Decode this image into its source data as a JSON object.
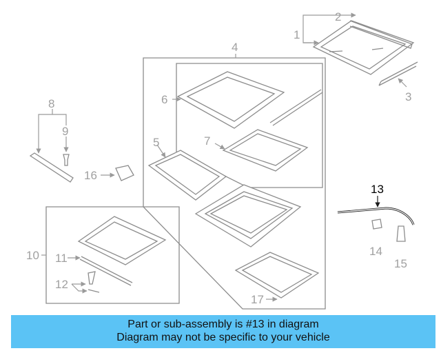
{
  "diagram": {
    "highlighted_part": "13",
    "callouts": {
      "p1": "1",
      "p2": "2",
      "p3": "3",
      "p4": "4",
      "p5": "5",
      "p6": "6",
      "p7": "7",
      "p8": "8",
      "p9": "9",
      "p10": "10",
      "p11": "11",
      "p12": "12",
      "p13": "13",
      "p14": "14",
      "p15": "15",
      "p16": "16",
      "p17": "17"
    },
    "colors": {
      "line": "#8c8c8c",
      "highlight": "#1a1a1a",
      "banner": "#5bc3f5"
    }
  },
  "banner": {
    "line1": "Part or sub-assembly is #13 in diagram",
    "line2": "Diagram may not be specific to your vehicle"
  }
}
